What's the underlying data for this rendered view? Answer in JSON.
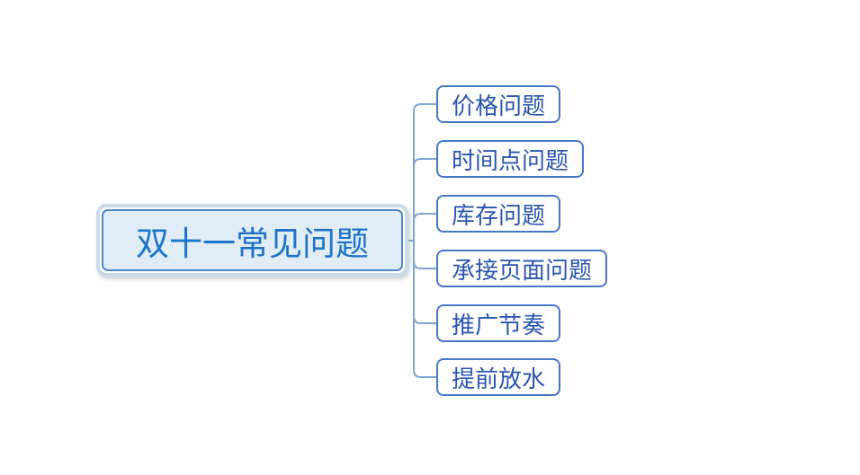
{
  "mindmap": {
    "root": {
      "label": "双十一常见问题",
      "selected": true
    },
    "children": [
      {
        "label": "价格问题"
      },
      {
        "label": "时间点问题"
      },
      {
        "label": "库存问题"
      },
      {
        "label": "承接页面问题"
      },
      {
        "label": "推广节奏"
      },
      {
        "label": "提前放水"
      }
    ]
  },
  "colors": {
    "canvas-bg": "#ffffff",
    "branch-line": "#7ea6d2",
    "root-text": "#1d74c8",
    "root-border": "#4e86c6",
    "root-fill": "#e0edf7",
    "root-halo": "#cadae9",
    "child-border": "#4577c5",
    "child-text": "#2a56b0"
  }
}
